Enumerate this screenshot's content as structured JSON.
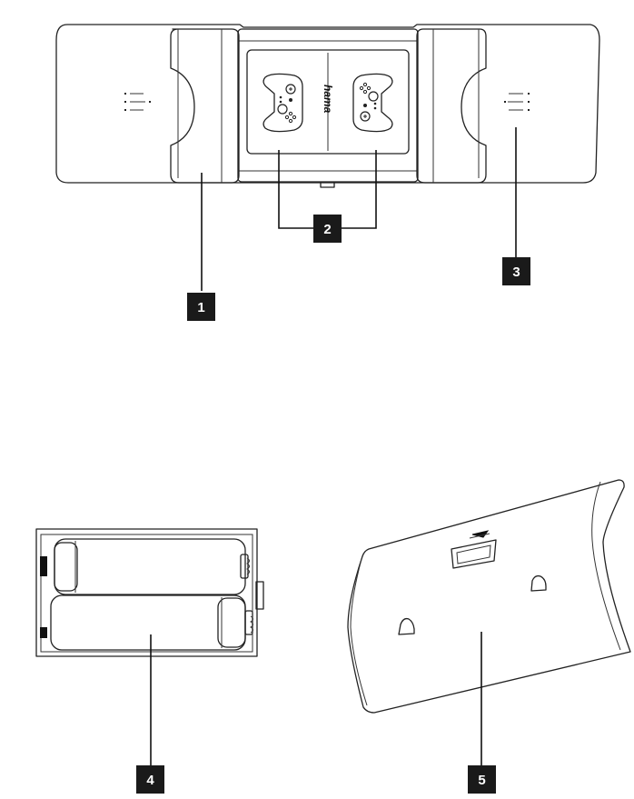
{
  "diagram": {
    "brand_logo": "hama",
    "callouts": {
      "c1": "1",
      "c2": "2",
      "c3": "3",
      "c4": "4",
      "c5": "5"
    }
  },
  "colors": {
    "line": "#222222",
    "callout_bg": "#1a1a1a",
    "callout_text": "#ffffff",
    "background": "#ffffff"
  }
}
